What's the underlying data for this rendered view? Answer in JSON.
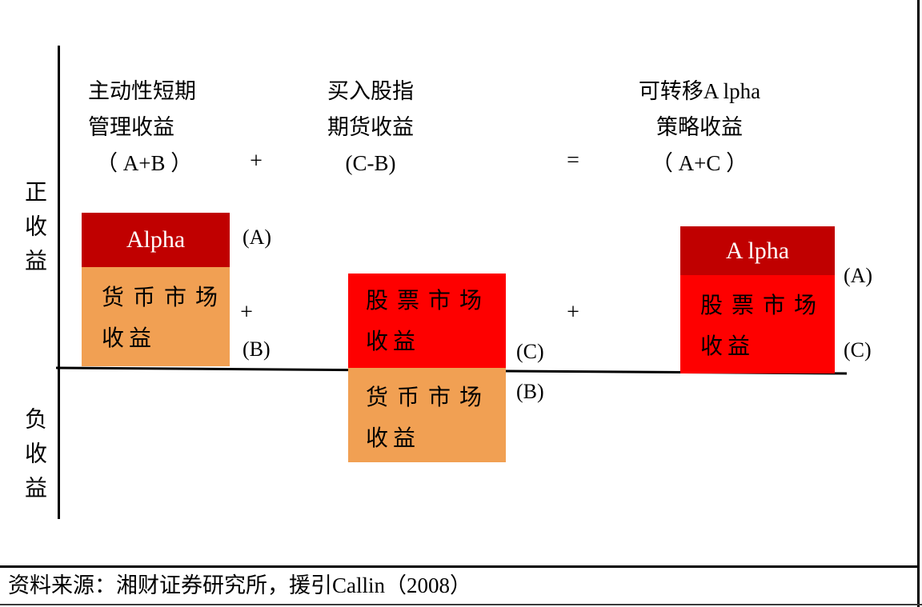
{
  "colors": {
    "dark_red": "#c00000",
    "red": "#fe0000",
    "orange": "#f1a053",
    "line": "#000000"
  },
  "axis": {
    "positive_label": "正收益",
    "negative_label": "负收益"
  },
  "header": {
    "left": {
      "line1": "主动性短期",
      "line2": "管理收益",
      "line3": "（ A+B ）"
    },
    "plus": "+",
    "middle": {
      "line1": "买入股指",
      "line2": "期货收益",
      "line3": "(C-B)"
    },
    "equals": "=",
    "right": {
      "line1": "可转移A lpha",
      "line2": "策略收益",
      "line3": "（ A+C ）"
    }
  },
  "left_group": {
    "alpha_box_label": "Alpha",
    "money_box_line1": "货币市场",
    "money_box_line2": "收益",
    "marker_a": "(A)",
    "plus": "+",
    "marker_b": "(B)"
  },
  "middle_group": {
    "stock_box_line1": "股票市场",
    "stock_box_line2": "收益",
    "money_box_line1": "货币市场",
    "money_box_line2": "收益",
    "marker_c": "(C)",
    "marker_b": "(B)",
    "plus": "+"
  },
  "right_group": {
    "alpha_box_label": "A lpha",
    "stock_box_line1": "股票市场",
    "stock_box_line2": "收益",
    "marker_a": "(A)",
    "marker_c": "(C)"
  },
  "source": "资料来源：湘财证券研究所，援引Callin（2008）"
}
